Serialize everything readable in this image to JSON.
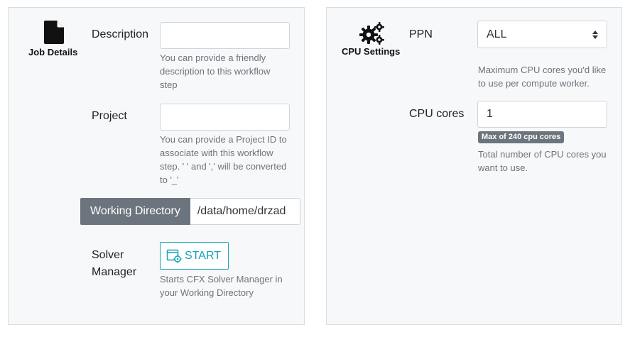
{
  "job_details": {
    "title": "Job Details",
    "icon": "file-icon",
    "description": {
      "label": "Description",
      "value": "",
      "help": "You can provide a friendly description to this workflow step"
    },
    "project": {
      "label": "Project",
      "value": "",
      "help": "You can provide a Project ID to associate with this workflow step. ' ' and ',' will be converted to '_'"
    },
    "working_directory": {
      "label": "Working Directory",
      "value": "/data/home/drzad"
    },
    "solver_manager": {
      "label": "Solver Manager",
      "button_label": "START",
      "button_icon": "window-gear-icon",
      "help": "Starts CFX Solver Manager in your Working Directory"
    }
  },
  "cpu_settings": {
    "title": "CPU Settings",
    "icon": "gears-icon",
    "ppn": {
      "label": "PPN",
      "value": "ALL",
      "help": "Maximum CPU cores you'd like to use per compute worker."
    },
    "cpu_cores": {
      "label": "CPU cores",
      "value": "1",
      "badge": "Max of 240 cpu cores",
      "help": "Total number of CPU cores you want to use."
    }
  },
  "colors": {
    "accent": "#17a2b8",
    "addon_bg": "#6c757d",
    "help_text": "#6c757d",
    "panel_bg": "#f7f8fa"
  }
}
